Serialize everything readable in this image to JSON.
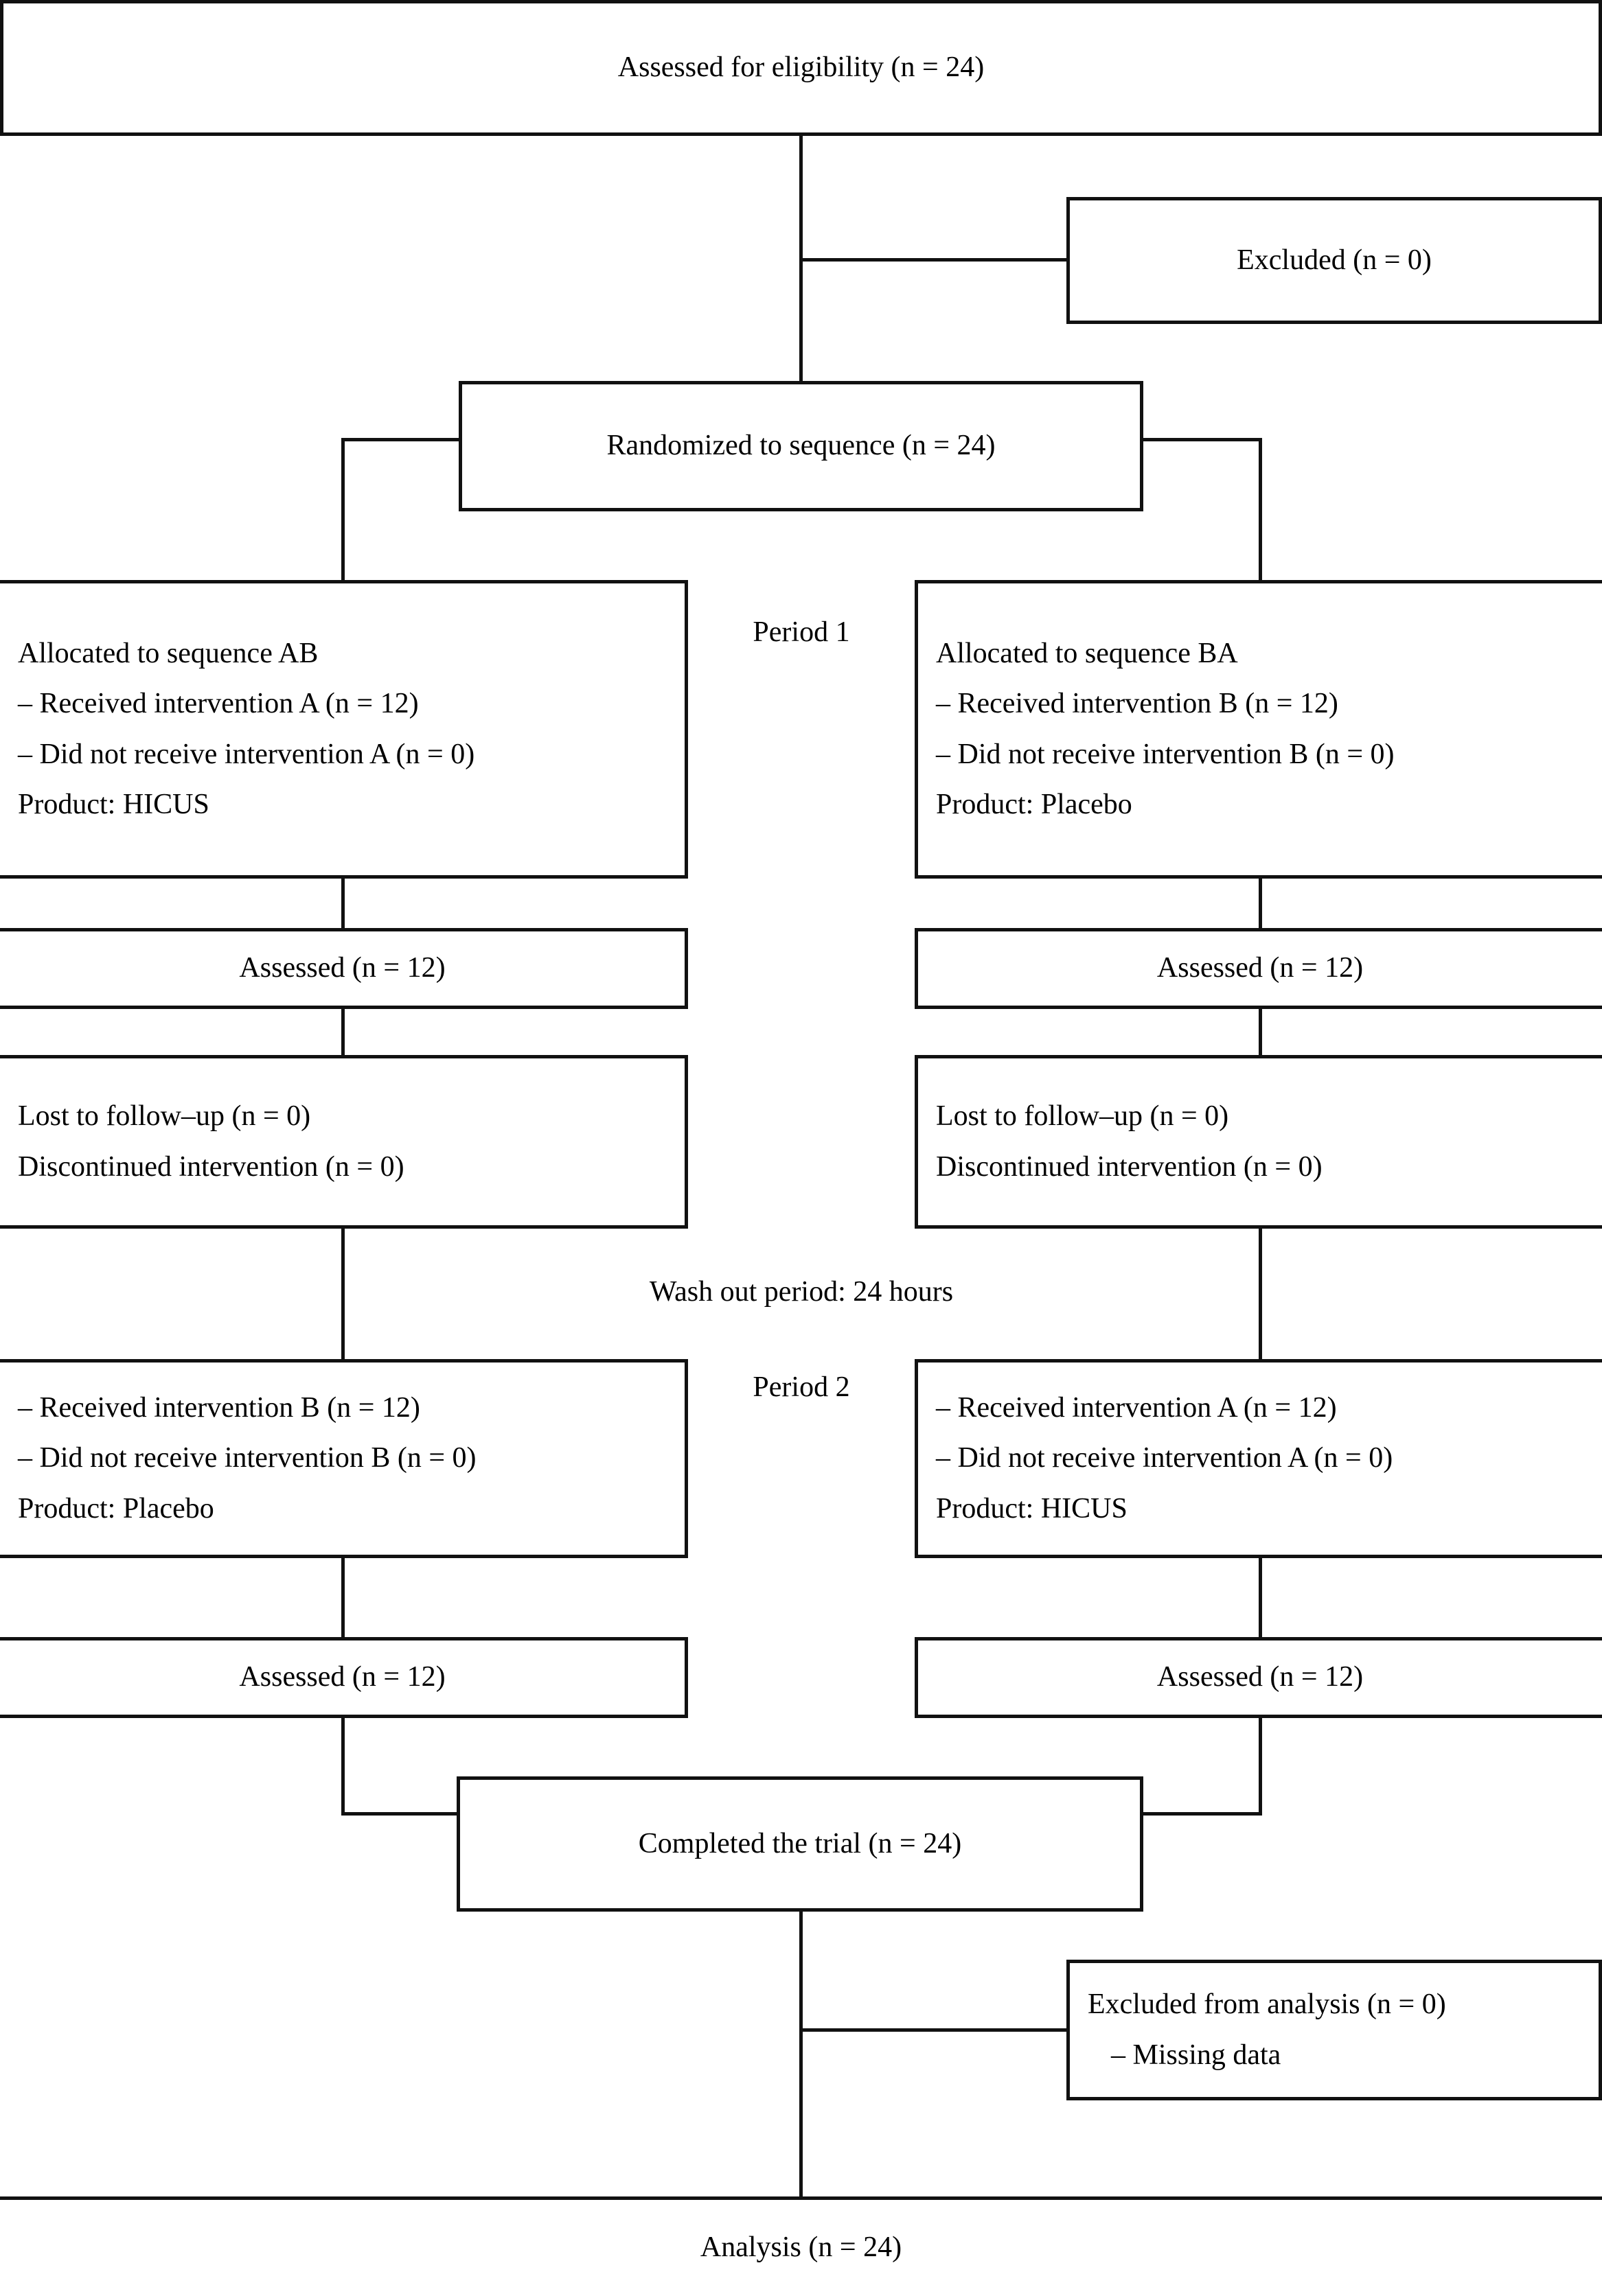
{
  "diagram": {
    "title": "CONSORT crossover trial flow diagram",
    "line_color": "#111111",
    "background": "#ffffff",
    "boxes": {
      "eligibility": {
        "text": "Assessed for eligibility (n = 24)"
      },
      "excluded": {
        "text": "Excluded (n = 0)"
      },
      "randomized": {
        "text": "Randomized to sequence (n = 24)"
      },
      "alloc_ab": {
        "line1": "Allocated to sequence AB",
        "line2": "– Received intervention A (n = 12)",
        "line3": "– Did not receive intervention A (n = 0)",
        "line4": "Product: HICUS"
      },
      "alloc_ba": {
        "line1": "Allocated to sequence BA",
        "line2": "– Received intervention B (n = 12)",
        "line3": "– Did not receive intervention B (n = 0)",
        "line4": "Product: Placebo"
      },
      "assessed_p1_left": {
        "text": "Assessed (n = 12)"
      },
      "assessed_p1_right": {
        "text": "Assessed (n = 12)"
      },
      "followup_p1_left": {
        "line1": "Lost to follow–up (n = 0)",
        "line2": "Discontinued intervention (n = 0)"
      },
      "followup_p1_right": {
        "line1": "Lost to follow–up (n = 0)",
        "line2": "Discontinued intervention (n = 0)"
      },
      "period2_left": {
        "line1": "– Received intervention B (n = 12)",
        "line2": "– Did not receive intervention B (n = 0)",
        "line3": "Product: Placebo"
      },
      "period2_right": {
        "line1": "– Received intervention A (n = 12)",
        "line2": "– Did not receive intervention A (n = 0)",
        "line3": "Product: HICUS"
      },
      "assessed_p2_left": {
        "text": "Assessed (n = 12)"
      },
      "assessed_p2_right": {
        "text": "Assessed (n = 12)"
      },
      "completed": {
        "text": "Completed the trial (n = 24)"
      },
      "excluded_analysis": {
        "line1": "Excluded from analysis (n = 0)",
        "line2": "– Missing data"
      },
      "analysis": {
        "text": "Analysis (n = 24)"
      }
    },
    "labels": {
      "period1": "Period 1",
      "washout": "Wash out period: 24 hours",
      "period2": "Period 2"
    }
  },
  "chart_data": {
    "type": "diagram",
    "title": "CONSORT flow diagram for a 2×2 crossover trial",
    "nodes": [
      {
        "id": "eligibility",
        "label": "Assessed for eligibility (n = 24)",
        "n": 24
      },
      {
        "id": "excluded",
        "label": "Excluded (n = 0)",
        "n": 0
      },
      {
        "id": "randomized",
        "label": "Randomized to sequence (n = 24)",
        "n": 24
      },
      {
        "id": "alloc_ab",
        "label": "Allocated to sequence AB",
        "n": 12,
        "product": "HICUS",
        "received": 12,
        "not_received": 0
      },
      {
        "id": "alloc_ba",
        "label": "Allocated to sequence BA",
        "n": 12,
        "product": "Placebo",
        "received": 12,
        "not_received": 0
      },
      {
        "id": "assessed_p1_left",
        "label": "Assessed (n = 12)",
        "n": 12
      },
      {
        "id": "assessed_p1_right",
        "label": "Assessed (n = 12)",
        "n": 12
      },
      {
        "id": "followup_p1_left",
        "label": "Lost to follow–up (n = 0) / Discontinued intervention (n = 0)",
        "lost": 0,
        "discontinued": 0
      },
      {
        "id": "followup_p1_right",
        "label": "Lost to follow–up (n = 0) / Discontinued intervention (n = 0)",
        "lost": 0,
        "discontinued": 0
      },
      {
        "id": "period2_left",
        "label": "Received intervention B (n = 12)",
        "n": 12,
        "product": "Placebo",
        "not_received": 0
      },
      {
        "id": "period2_right",
        "label": "Received intervention A (n = 12)",
        "n": 12,
        "product": "HICUS",
        "not_received": 0
      },
      {
        "id": "assessed_p2_left",
        "label": "Assessed (n = 12)",
        "n": 12
      },
      {
        "id": "assessed_p2_right",
        "label": "Assessed (n = 12)",
        "n": 12
      },
      {
        "id": "completed",
        "label": "Completed the trial (n = 24)",
        "n": 24
      },
      {
        "id": "excluded_analysis",
        "label": "Excluded from analysis (n = 0)",
        "n": 0,
        "reason": "Missing data"
      },
      {
        "id": "analysis",
        "label": "Analysis (n = 24)",
        "n": 24
      }
    ],
    "edges": [
      [
        "eligibility",
        "excluded"
      ],
      [
        "eligibility",
        "randomized"
      ],
      [
        "randomized",
        "alloc_ab"
      ],
      [
        "randomized",
        "alloc_ba"
      ],
      [
        "alloc_ab",
        "assessed_p1_left"
      ],
      [
        "alloc_ba",
        "assessed_p1_right"
      ],
      [
        "assessed_p1_left",
        "followup_p1_left"
      ],
      [
        "assessed_p1_right",
        "followup_p1_right"
      ],
      [
        "followup_p1_left",
        "period2_left"
      ],
      [
        "followup_p1_right",
        "period2_right"
      ],
      [
        "period2_left",
        "assessed_p2_left"
      ],
      [
        "period2_right",
        "assessed_p2_right"
      ],
      [
        "assessed_p2_left",
        "completed"
      ],
      [
        "assessed_p2_right",
        "completed"
      ],
      [
        "completed",
        "excluded_analysis"
      ],
      [
        "completed",
        "analysis"
      ]
    ],
    "annotations": [
      "Period 1",
      "Wash out period: 24 hours",
      "Period 2"
    ]
  }
}
